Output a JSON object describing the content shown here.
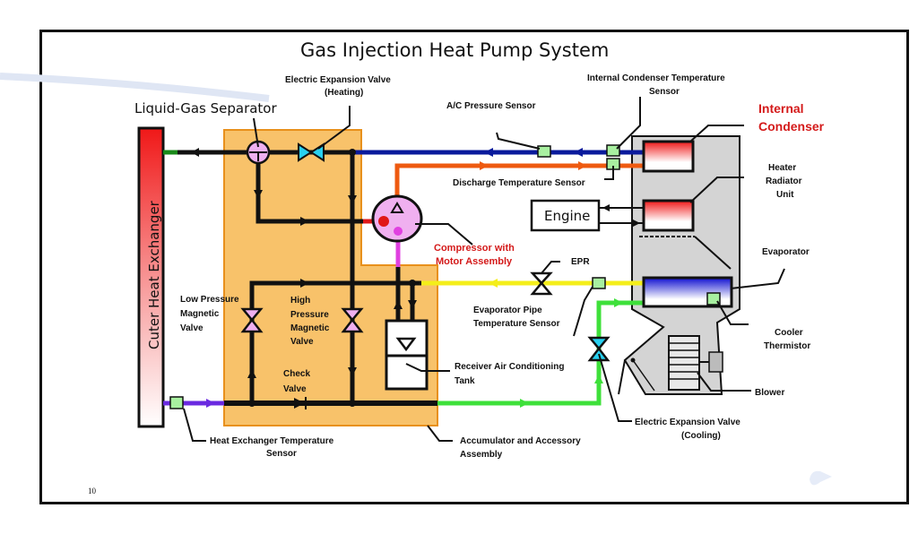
{
  "slide": {
    "title": "Gas Injection Heat Pump System",
    "page_number": "10"
  },
  "components": {
    "outer_heat_exchanger": "Cuter Heat Exchanger",
    "liquid_gas_separator": "Liquid-Gas Separator",
    "eev_heating": [
      "Electric Expansion Valve",
      "(Heating)"
    ],
    "ac_pressure_sensor": "A/C Pressure Sensor",
    "internal_condenser_temp_sensor": [
      "Internal Condenser Temperature",
      "Sensor"
    ],
    "internal_condenser": [
      "Internal",
      "Condenser"
    ],
    "discharge_temp_sensor": "Discharge Temperature Sensor",
    "heater_radiator_unit": [
      "Heater",
      "Radiator",
      "Unit"
    ],
    "engine": "Engine",
    "compressor": [
      "Compressor with",
      "Motor Assembly"
    ],
    "epr": "EPR",
    "evaporator": "Evaporator",
    "evaporator_pipe_temp_sensor": [
      "Evaporator Pipe",
      "Temperature Sensor"
    ],
    "low_pressure_valve": [
      "Low Pressure",
      "Magnetic",
      "Valve"
    ],
    "high_pressure_valve": [
      "High",
      "Pressure",
      "Magnetic",
      "Valve"
    ],
    "cooler_thermistor": [
      "Cooler",
      "Thermistor"
    ],
    "check_valve": [
      "Check",
      "Valve"
    ],
    "receiver_tank": [
      "Receiver Air Conditioning",
      "Tank"
    ],
    "blower": "Blower",
    "heat_exchanger_temp_sensor": [
      "Heat Exchanger Temperature",
      "Sensor"
    ],
    "accumulator": [
      "Accumulator and Accessory",
      "Assembly"
    ],
    "eev_cooling": [
      "Electric Expansion Valve",
      "(Cooling)"
    ]
  },
  "colors": {
    "accumulator_fill": "#f8c26a",
    "accumulator_border": "#e8901c",
    "pipe_black": "#111111",
    "pipe_blue": "#0a1a9c",
    "pipe_orange": "#ee5a10",
    "pipe_yellow": "#f4ee1a",
    "pipe_green": "#3ee03a",
    "pipe_purple": "#6a2ae0",
    "pipe_magenta": "#e040e0",
    "pipe_red": "#e01818",
    "valve_cyan": "#28d0f0",
    "valve_pink": "#f0b0f0",
    "sensor_green": "#a8f0a0",
    "hvac_gray": "#d4d4d4",
    "label_red": "#d41a1a"
  }
}
